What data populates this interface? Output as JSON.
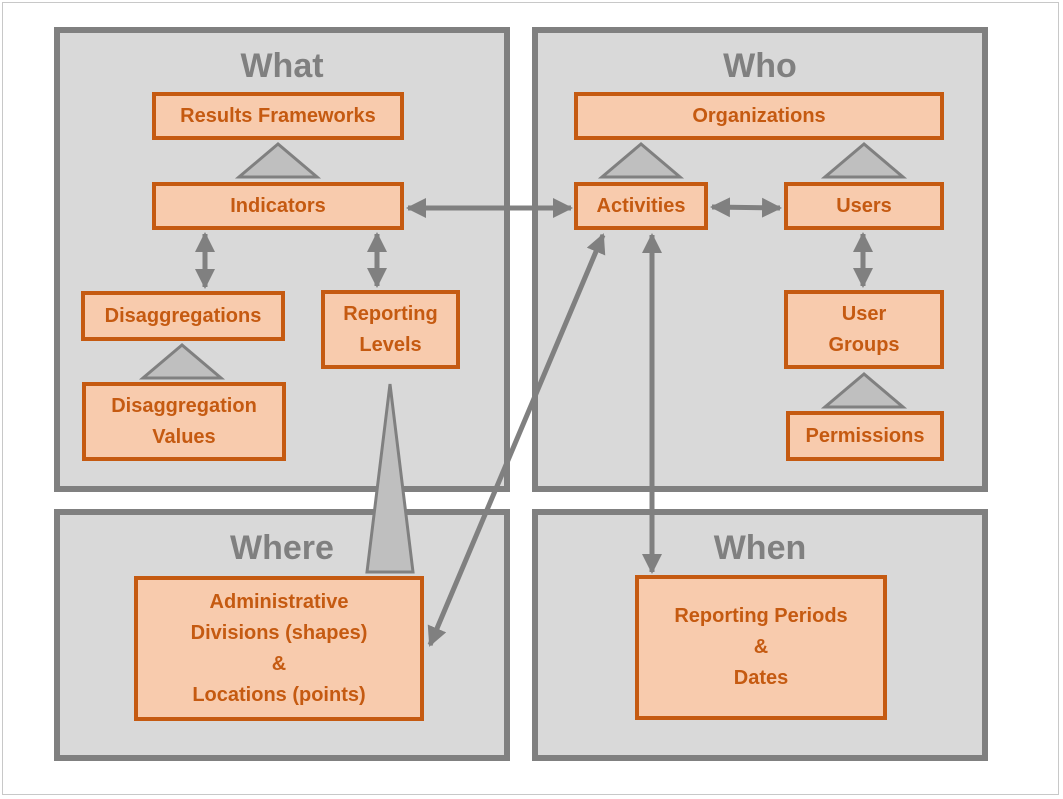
{
  "panels": {
    "what": "What",
    "who": "Who",
    "where": "Where",
    "when": "When"
  },
  "boxes": {
    "results_frameworks": "Results Frameworks",
    "indicators": "Indicators",
    "disaggregations": "Disaggregations",
    "disaggregation_values": "Disaggregation\nValues",
    "reporting_levels": "Reporting\nLevels",
    "organizations": "Organizations",
    "activities": "Activities",
    "users": "Users",
    "user_groups": "User\nGroups",
    "permissions": "Permissions",
    "admin_divisions": "Administrative\nDivisions (shapes)\n&\nLocations (points)",
    "reporting_periods": "Reporting Periods\n&\nDates"
  },
  "colors": {
    "panel_fill": "#d9d9d9",
    "panel_border": "#808080",
    "box_fill": "#f8cbad",
    "box_border": "#c55a11",
    "connector": "#808080",
    "triangle_fill": "#bfbfbf"
  }
}
